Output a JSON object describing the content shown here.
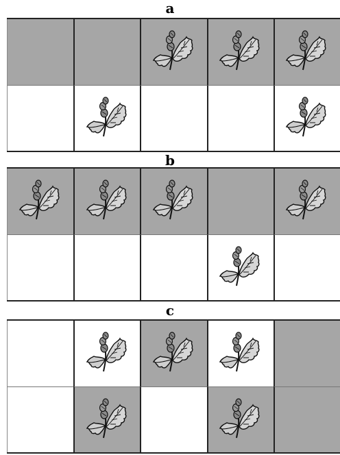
{
  "colors": {
    "shaded": "#a6a6a6",
    "unshaded": "#ffffff",
    "border": "#222222"
  },
  "icon": "oak-leaves-with-acorns-icon",
  "panels": [
    {
      "label": "a",
      "rows": [
        [
          {
            "shaded": true,
            "leaf": false
          },
          {
            "shaded": true,
            "leaf": false
          },
          {
            "shaded": true,
            "leaf": true
          },
          {
            "shaded": true,
            "leaf": true
          },
          {
            "shaded": true,
            "leaf": true
          }
        ],
        [
          {
            "shaded": false,
            "leaf": false
          },
          {
            "shaded": false,
            "leaf": true
          },
          {
            "shaded": false,
            "leaf": false
          },
          {
            "shaded": false,
            "leaf": false
          },
          {
            "shaded": false,
            "leaf": true
          }
        ]
      ]
    },
    {
      "label": "b",
      "rows": [
        [
          {
            "shaded": true,
            "leaf": true
          },
          {
            "shaded": true,
            "leaf": true
          },
          {
            "shaded": true,
            "leaf": true
          },
          {
            "shaded": true,
            "leaf": false
          },
          {
            "shaded": true,
            "leaf": true
          }
        ],
        [
          {
            "shaded": false,
            "leaf": false
          },
          {
            "shaded": false,
            "leaf": false
          },
          {
            "shaded": false,
            "leaf": false
          },
          {
            "shaded": false,
            "leaf": true
          },
          {
            "shaded": false,
            "leaf": false
          }
        ]
      ]
    },
    {
      "label": "c",
      "rows": [
        [
          {
            "shaded": false,
            "leaf": false
          },
          {
            "shaded": false,
            "leaf": true
          },
          {
            "shaded": true,
            "leaf": true
          },
          {
            "shaded": false,
            "leaf": true
          },
          {
            "shaded": true,
            "leaf": false
          }
        ],
        [
          {
            "shaded": false,
            "leaf": false
          },
          {
            "shaded": true,
            "leaf": true
          },
          {
            "shaded": false,
            "leaf": false
          },
          {
            "shaded": true,
            "leaf": true
          },
          {
            "shaded": true,
            "leaf": false
          }
        ]
      ]
    }
  ]
}
